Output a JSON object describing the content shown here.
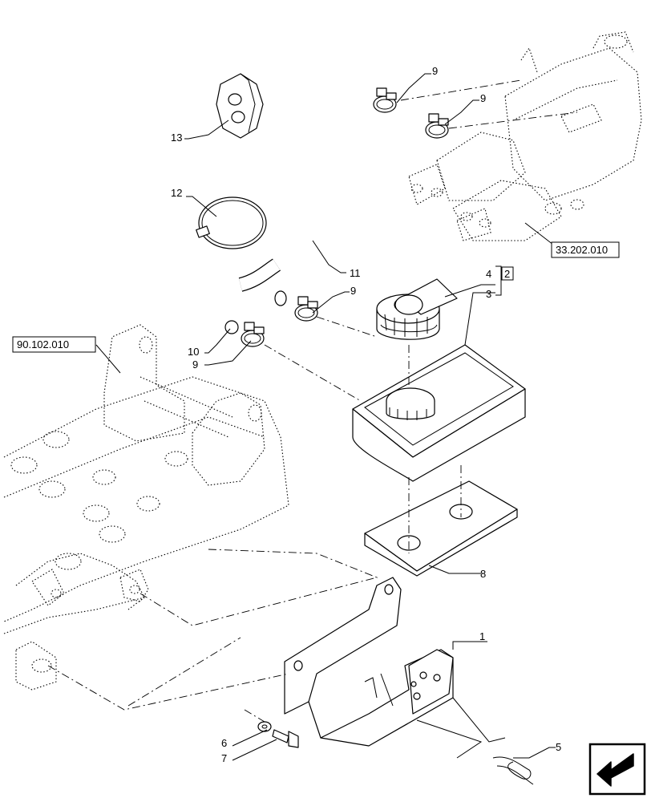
{
  "callouts": [
    {
      "id": "c1",
      "label": "1"
    },
    {
      "id": "c2",
      "label": "2"
    },
    {
      "id": "c3",
      "label": "3"
    },
    {
      "id": "c4",
      "label": "4"
    },
    {
      "id": "c5",
      "label": "5"
    },
    {
      "id": "c6",
      "label": "6"
    },
    {
      "id": "c7",
      "label": "7"
    },
    {
      "id": "c8",
      "label": "8"
    },
    {
      "id": "c9a",
      "label": "9"
    },
    {
      "id": "c9b",
      "label": "9"
    },
    {
      "id": "c9c",
      "label": "9"
    },
    {
      "id": "c9d",
      "label": "9"
    },
    {
      "id": "c10",
      "label": "10"
    },
    {
      "id": "c11",
      "label": "11"
    },
    {
      "id": "c12",
      "label": "12"
    },
    {
      "id": "c13",
      "label": "13"
    }
  ],
  "references": {
    "master_cylinder": "33.202.010",
    "frame": "90.102.010"
  },
  "nav_icon": "arrow-back-icon"
}
